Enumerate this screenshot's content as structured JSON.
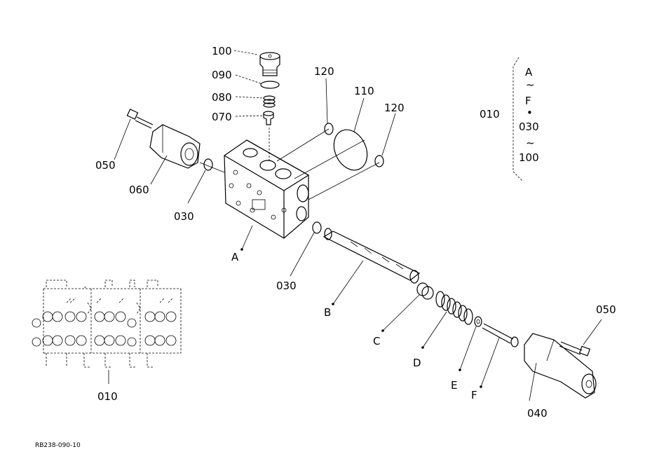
{
  "callouts": {
    "c100": "100",
    "c090": "090",
    "c080": "080",
    "c070": "070",
    "c120a": "120",
    "c110": "110",
    "c120b": "120",
    "c050a": "050",
    "c060": "060",
    "c030a": "030",
    "cA": "A",
    "c030b": "030",
    "cB": "B",
    "cC": "C",
    "cD": "D",
    "cE": "E",
    "cF": "F",
    "c040": "040",
    "c050b": "050",
    "c010_left": "010",
    "c010_bottom": "010"
  },
  "group_bracket": {
    "items": [
      "A",
      "~",
      "F",
      "•",
      "030",
      "~",
      "100"
    ]
  },
  "drawing_code": "RB238-090-10"
}
